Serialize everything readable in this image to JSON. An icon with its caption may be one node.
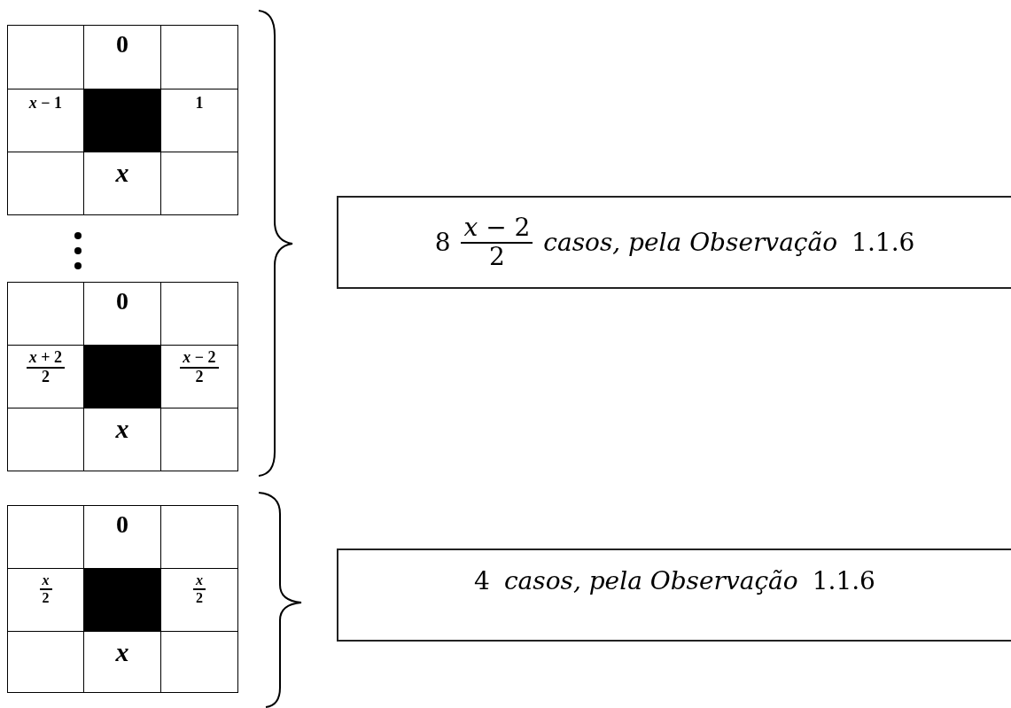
{
  "diagram": {
    "nodes": [
      {
        "text": [
          "8",
          "*x* − 2",
          "2",
          "casos, pela Observação",
          "1.1.6"
        ]
      },
      {
        "text": [
          "4",
          "casos, pela Observação",
          "1.1.6"
        ]
      }
    ],
    "labels": [
      "0",
      "*x* − 1",
      "1",
      "x",
      "0",
      "*x* + 2",
      "2",
      "*x* − 2",
      "2",
      "x",
      "0",
      "x",
      "2",
      "x",
      "2",
      "x"
    ]
  }
}
